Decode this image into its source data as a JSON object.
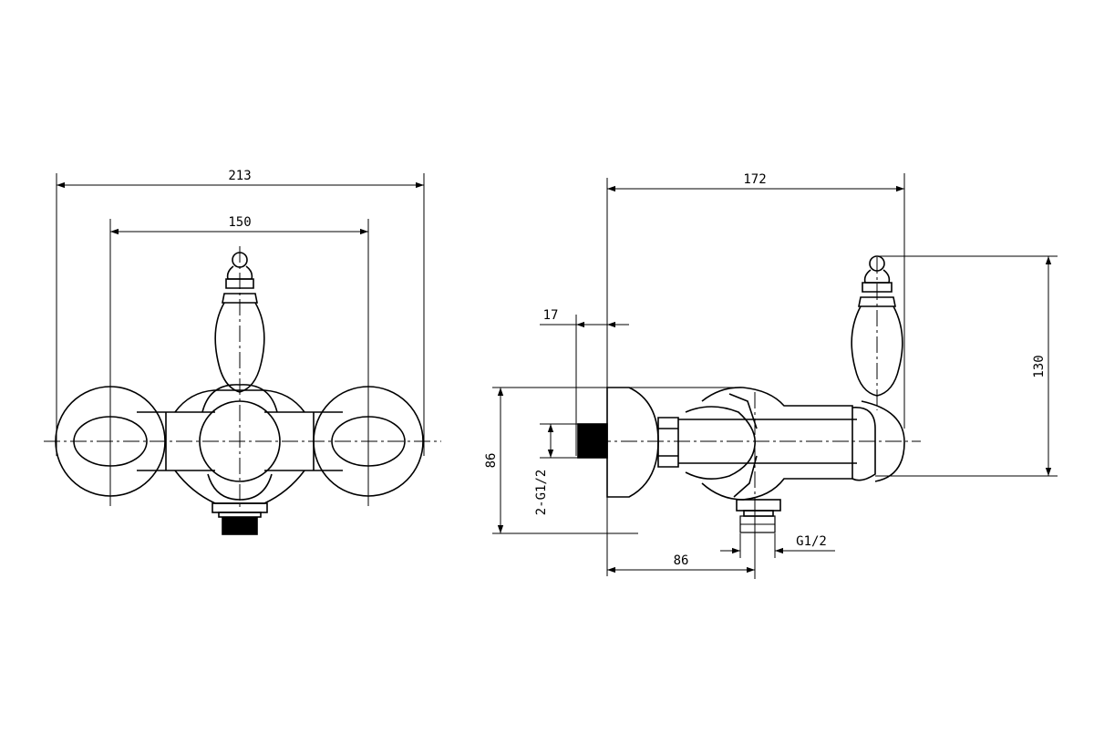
{
  "front_view": {
    "overall_width": "213",
    "center_distance": "150"
  },
  "side_view": {
    "overall_depth": "172",
    "wall_offset": "17",
    "inlet_thread": "2-G1/2",
    "body_height": "86",
    "handle_height": "130",
    "outlet_offset": "86",
    "outlet_thread": "G1/2"
  },
  "colors": {
    "line": "#000000",
    "background": "#ffffff"
  }
}
